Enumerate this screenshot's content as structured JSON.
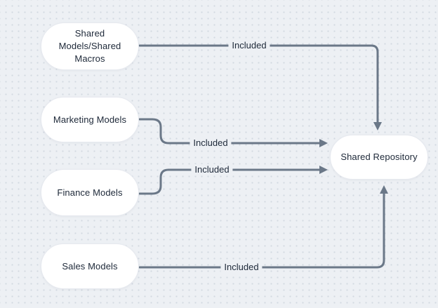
{
  "diagram": {
    "nodes": [
      {
        "id": "shared-models",
        "label": "Shared Models/Shared Macros",
        "lines": [
          "Shared",
          "Models/Shared",
          "Macros"
        ]
      },
      {
        "id": "marketing",
        "label": "Marketing Models"
      },
      {
        "id": "finance",
        "label": "Finance Models"
      },
      {
        "id": "sales",
        "label": "Sales Models"
      },
      {
        "id": "repository",
        "label": "Shared Repository"
      }
    ],
    "edges": [
      {
        "from": "shared-models",
        "to": "repository",
        "label": "Included"
      },
      {
        "from": "marketing",
        "to": "repository",
        "label": "Included"
      },
      {
        "from": "finance",
        "to": "repository",
        "label": "Included"
      },
      {
        "from": "sales",
        "to": "repository",
        "label": "Included"
      }
    ],
    "colors": {
      "background": "#edf0f4",
      "dot": "#d3d9e1",
      "node_fill": "#ffffff",
      "node_border": "#e6e9ef",
      "connector": "#6b7888",
      "text": "#1d2838"
    }
  }
}
